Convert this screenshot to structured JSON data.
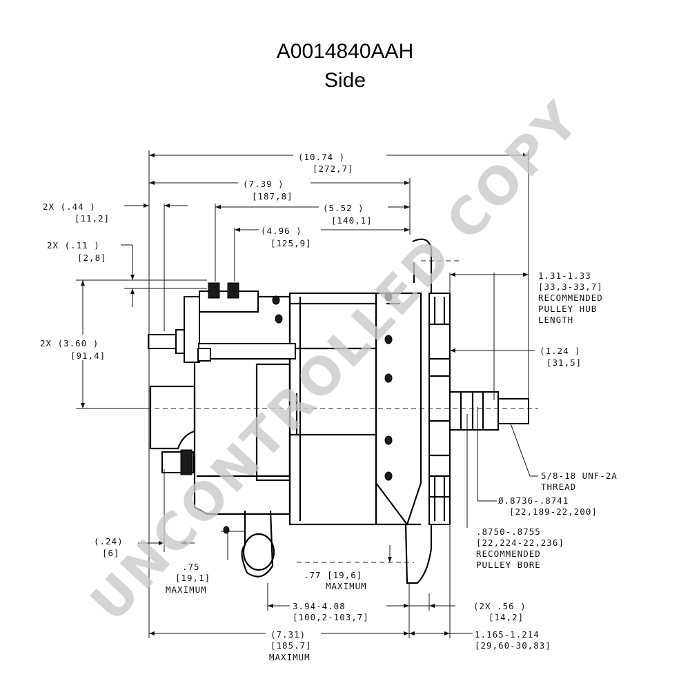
{
  "title": "A0014840AAH",
  "subtitle": "Side",
  "watermark": "UNCONTROLLED COPY",
  "dimensions": {
    "overall": [
      "(10.74   )",
      "[272,7]"
    ],
    "d739": [
      "(7.39   )",
      "[187,8]"
    ],
    "d044": [
      "2X (.44   )",
      "[11,2]"
    ],
    "d552": [
      "(5.52   )",
      "[140,1]"
    ],
    "d496": [
      "(4.96   )",
      "[125,9]"
    ],
    "d011": [
      "2X (.11   )",
      "[2,8]"
    ],
    "d360": [
      "2X (3.60   )",
      "[91,4]"
    ],
    "hub": [
      "1.31-1.33",
      "[33,3-33,7]",
      "RECOMMENDED",
      "PULLEY HUB",
      "LENGTH"
    ],
    "d124": [
      "(1.24   )",
      "[31,5]"
    ],
    "thread": [
      "5/8-18 UNF-2A",
      "THREAD"
    ],
    "shaft": [
      "Ø.8736-.8741",
      "[22,189-22,200]"
    ],
    "bore": [
      ".8750-.8755",
      "[22,224-22,236]",
      "RECOMMENDED",
      "PULLEY BORE"
    ],
    "d024": [
      "(.24)",
      "[6]"
    ],
    "d075": [
      ".75",
      "[19,1]",
      "MAXIMUM"
    ],
    "d077": [
      ".77 [19,6]",
      "MAXIMUM"
    ],
    "d394": [
      "3.94-4.08",
      "[100,2-103,7]"
    ],
    "d056": [
      "(2X .56   )",
      "[14,2]"
    ],
    "d731": [
      "(7.31)",
      "[185.7]",
      "MAXIMUM"
    ],
    "d1165": [
      "1.165-1.214",
      "[29,60-30,83]"
    ]
  }
}
